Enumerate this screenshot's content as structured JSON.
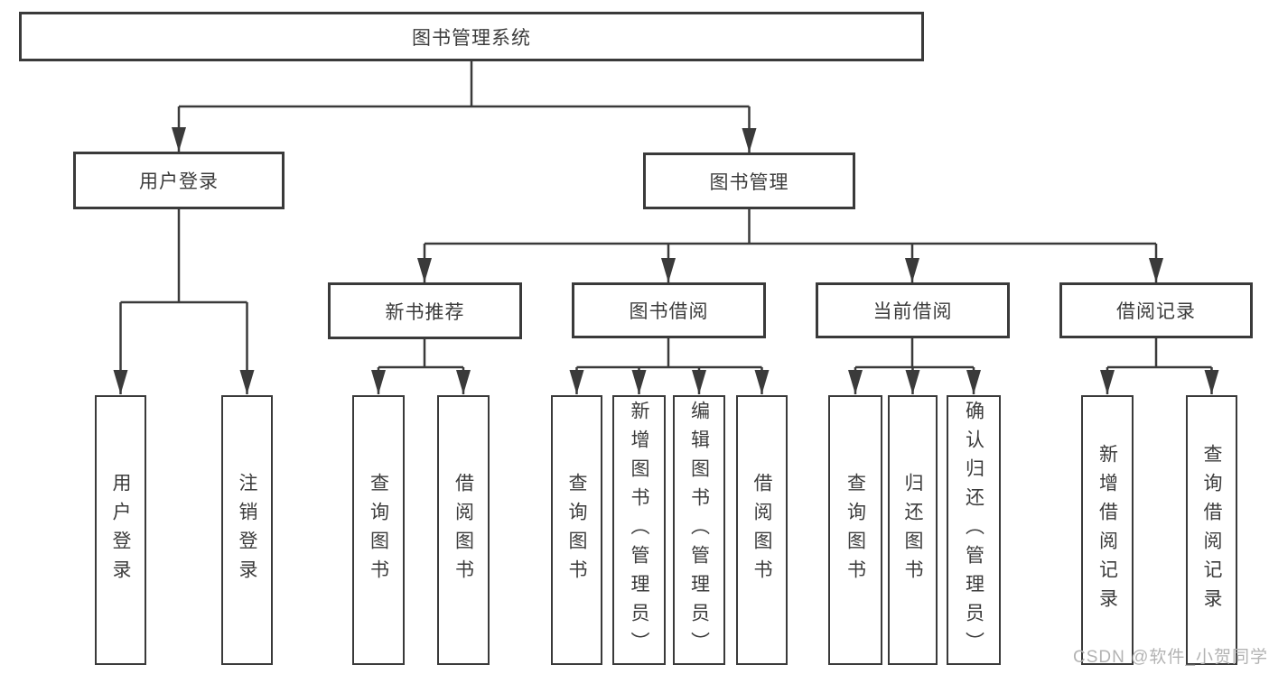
{
  "diagram": {
    "title": "图书管理系统",
    "root": {
      "label": "图书管理系统"
    },
    "branches": {
      "user_login": {
        "label": "用户登录",
        "children": [
          {
            "label": "用户登录"
          },
          {
            "label": "注销登录"
          }
        ]
      },
      "book_management": {
        "label": "图书管理",
        "children": {
          "new_book": {
            "label": "新书推荐",
            "children": [
              {
                "label": "查询图书"
              },
              {
                "label": "借阅图书"
              }
            ]
          },
          "borrow": {
            "label": "图书借阅",
            "children": [
              {
                "label": "查询图书"
              },
              {
                "label": "新增图书（管理员）"
              },
              {
                "label": "编辑图书（管理员）"
              },
              {
                "label": "借阅图书"
              }
            ]
          },
          "current": {
            "label": "当前借阅",
            "children": [
              {
                "label": "查询图书"
              },
              {
                "label": "归还图书"
              },
              {
                "label": "确认归还（管理员）"
              }
            ]
          },
          "records": {
            "label": "借阅记录",
            "children": [
              {
                "label": "新增借阅记录"
              },
              {
                "label": "查询借阅记录"
              }
            ]
          }
        }
      }
    }
  },
  "watermark": {
    "text": "CSDN @软件_小贺同学"
  },
  "colors": {
    "line": "#3a3a3a",
    "box_border": "#3a3a3a",
    "text": "#3c3c3c",
    "background": "#ffffff",
    "watermark": "#b3b3b3"
  }
}
